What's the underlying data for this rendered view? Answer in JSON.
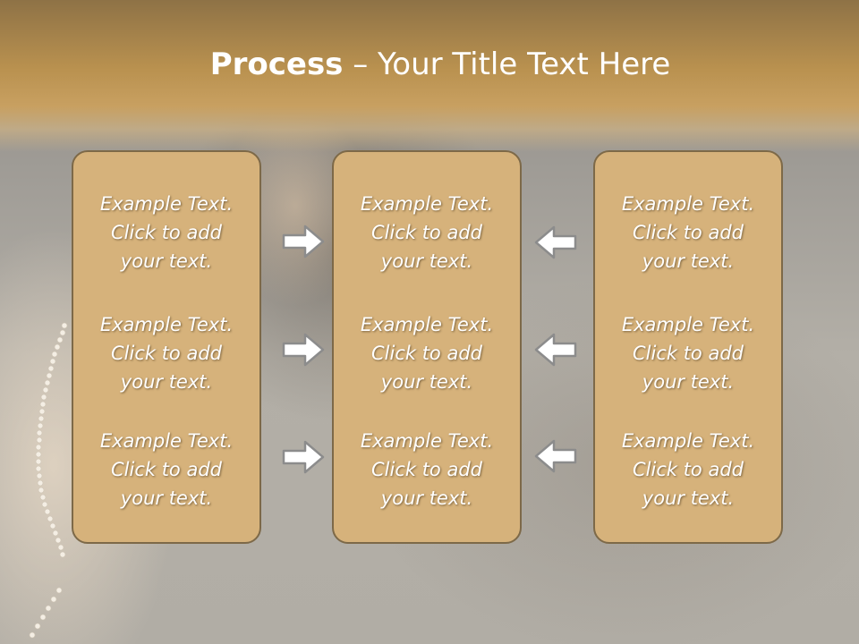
{
  "title": {
    "bold": "Process",
    "rest": " – Your Title Text Here"
  },
  "columns": [
    {
      "blocks": [
        {
          "line1": "Example Text.",
          "line2": "Click  to add",
          "line3": "your text."
        },
        {
          "line1": "Example Text.",
          "line2": "Click  to add",
          "line3": "your text."
        },
        {
          "line1": "Example Text.",
          "line2": "Click  to add",
          "line3": "your text."
        }
      ]
    },
    {
      "blocks": [
        {
          "line1": "Example Text.",
          "line2": "Click  to add",
          "line3": "your text."
        },
        {
          "line1": "Example Text.",
          "line2": "Click  to add",
          "line3": "your text."
        },
        {
          "line1": "Example Text.",
          "line2": "Click  to add",
          "line3": "your text."
        }
      ]
    },
    {
      "blocks": [
        {
          "line1": "Example Text.",
          "line2": "Click  to add",
          "line3": "your text."
        },
        {
          "line1": "Example Text.",
          "line2": "Click  to add",
          "line3": "your text."
        },
        {
          "line1": "Example Text.",
          "line2": "Click  to add",
          "line3": "your text."
        }
      ]
    }
  ],
  "arrows": {
    "left_group": "arrow-right-icon",
    "right_group": "arrow-left-icon"
  },
  "colors": {
    "panel_fill": "#d6b27b",
    "panel_border": "#7d6948",
    "header_gold": "#c8a061",
    "arrow_fill": "#ffffff",
    "arrow_stroke": "#8c8c8c"
  }
}
